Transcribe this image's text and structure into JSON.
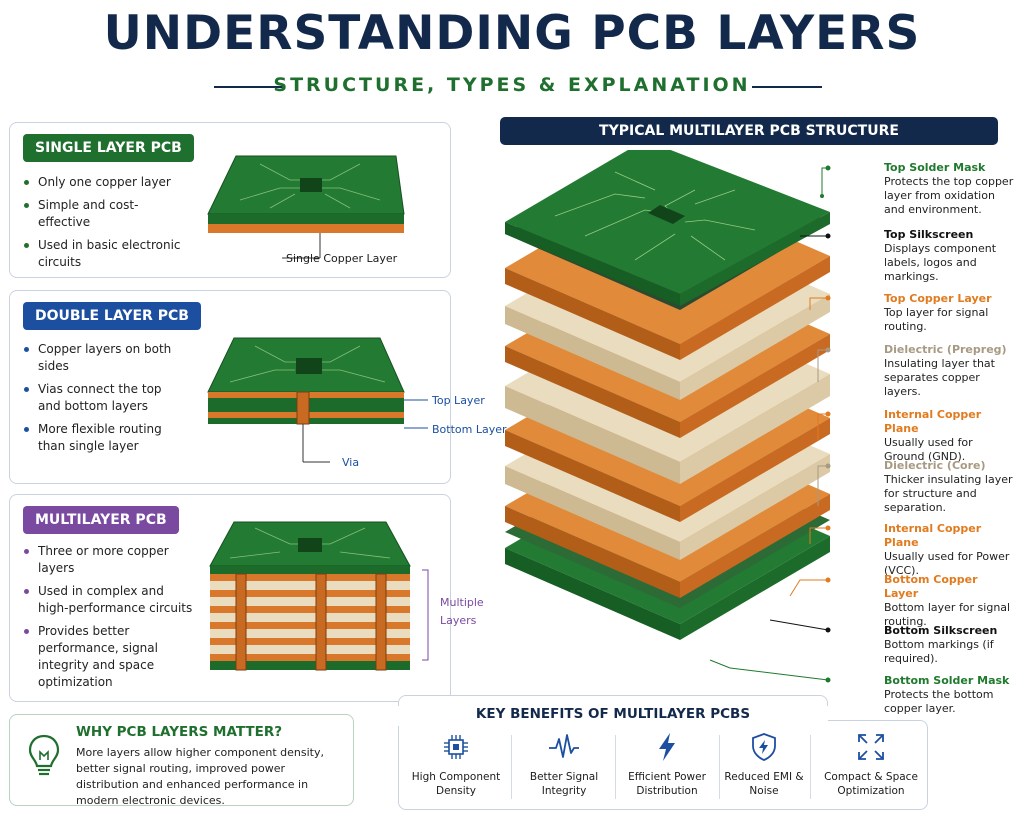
{
  "header": {
    "title": "UNDERSTANDING PCB LAYERS",
    "subtitle": "STRUCTURE, TYPES & EXPLANATION"
  },
  "single": {
    "badge": "SINGLE LAYER PCB",
    "bullets": [
      "Only one copper layer",
      "Simple and cost-effective",
      "Used in basic electronic circuits"
    ],
    "callout": "Single Copper Layer"
  },
  "double": {
    "badge": "DOUBLE LAYER PCB",
    "bullets": [
      "Copper layers on both sides",
      "Vias connect the top and bottom layers",
      "More flexible routing than single layer"
    ],
    "top_label": "Top Layer",
    "bottom_label": "Bottom Layer",
    "via_label": "Via"
  },
  "multi": {
    "badge": "MULTILAYER PCB",
    "bullets": [
      "Three or more copper layers",
      "Used in complex and high-performance circuits",
      "Provides better performance, signal integrity and space optimization"
    ],
    "callout": "Multiple Layers"
  },
  "why": {
    "title": "WHY PCB LAYERS MATTER?",
    "body": "More layers allow higher component density, better signal routing, improved power distribution and enhanced performance in modern electronic devices."
  },
  "structure": {
    "title": "TYPICAL MULTILAYER PCB STRUCTURE",
    "layers": [
      {
        "name": "Top Solder Mask",
        "desc": "Protects the top copper layer from oxidation and environment.",
        "color": "#1f7a2e"
      },
      {
        "name": "Top Silkscreen",
        "desc": "Displays component labels, logos and markings.",
        "color": "#111111"
      },
      {
        "name": "Top Copper Layer",
        "desc": "Top layer for signal routing.",
        "color": "#e07b1f"
      },
      {
        "name": "Dielectric (Prepreg)",
        "desc": "Insulating layer that separates copper layers.",
        "color": "#a89a82"
      },
      {
        "name": "Internal Copper Plane",
        "desc": "Usually used for Ground (GND).",
        "color": "#e07b1f"
      },
      {
        "name": "Dielectric (Core)",
        "desc": "Thicker insulating layer for structure and separation.",
        "color": "#a89a82"
      },
      {
        "name": "Internal Copper Plane",
        "desc": "Usually used for Power (VCC).",
        "color": "#e07b1f"
      },
      {
        "name": "Bottom Copper Layer",
        "desc": "Bottom layer for signal routing.",
        "color": "#e07b1f"
      },
      {
        "name": "Bottom Silkscreen",
        "desc": "Bottom markings (if required).",
        "color": "#111111"
      },
      {
        "name": "Bottom Solder Mask",
        "desc": "Protects the bottom copper layer.",
        "color": "#1f7a2e"
      }
    ]
  },
  "benefits": {
    "title": "KEY BENEFITS OF MULTILAYER PCBS",
    "items": [
      {
        "label": "High Component Density",
        "icon": "chip-icon"
      },
      {
        "label": "Better Signal Integrity",
        "icon": "signal-wave-icon"
      },
      {
        "label": "Efficient Power Distribution",
        "icon": "lightning-icon"
      },
      {
        "label": "Reduced EMI & Noise",
        "icon": "shield-icon"
      },
      {
        "label": "Compact & Space Optimization",
        "icon": "expand-arrows-icon"
      }
    ]
  },
  "colors": {
    "navy": "#13294b",
    "green": "#1f6f2e",
    "blue": "#1c4fa0",
    "purple": "#7a4aa0",
    "copper": "#d9782a",
    "dielectric": "#eadcbf"
  }
}
